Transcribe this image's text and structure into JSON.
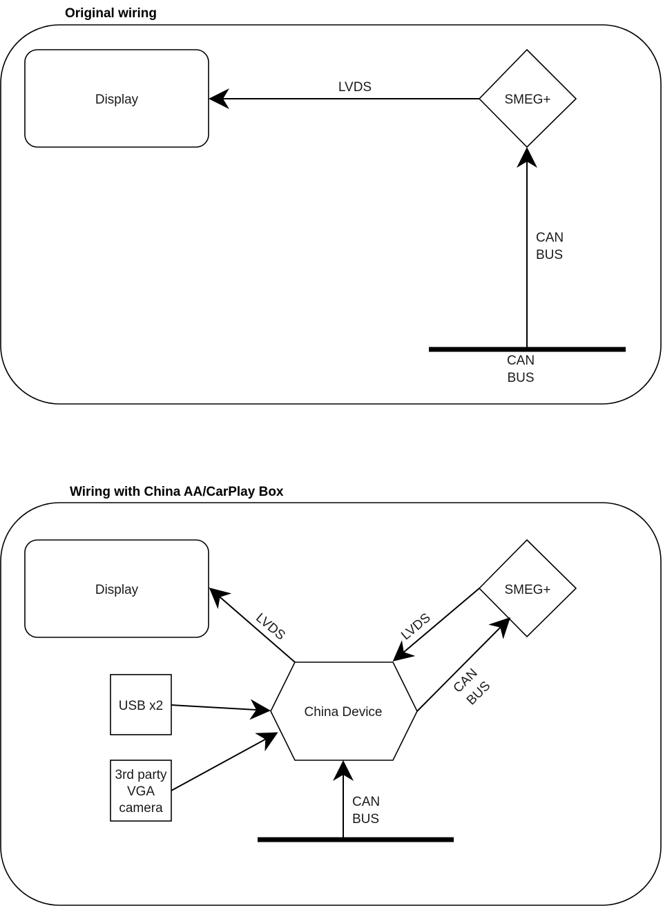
{
  "original": {
    "title": "Original wiring",
    "display": "Display",
    "smeg": "SMEG+",
    "lvds": "LVDS",
    "can_edge": [
      "CAN",
      "BUS"
    ],
    "can_bus": [
      "CAN",
      "BUS"
    ]
  },
  "china": {
    "title": "Wiring with China AA/CarPlay Box",
    "display": "Display",
    "smeg": "SMEG+",
    "device": "China Device",
    "usb": "USB x2",
    "camera": [
      "3rd party",
      "VGA",
      "camera"
    ],
    "lvds_display": "LVDS",
    "lvds_smeg": "LVDS",
    "can_smeg": [
      "CAN",
      "BUS"
    ],
    "can_bus": [
      "CAN",
      "BUS"
    ]
  }
}
